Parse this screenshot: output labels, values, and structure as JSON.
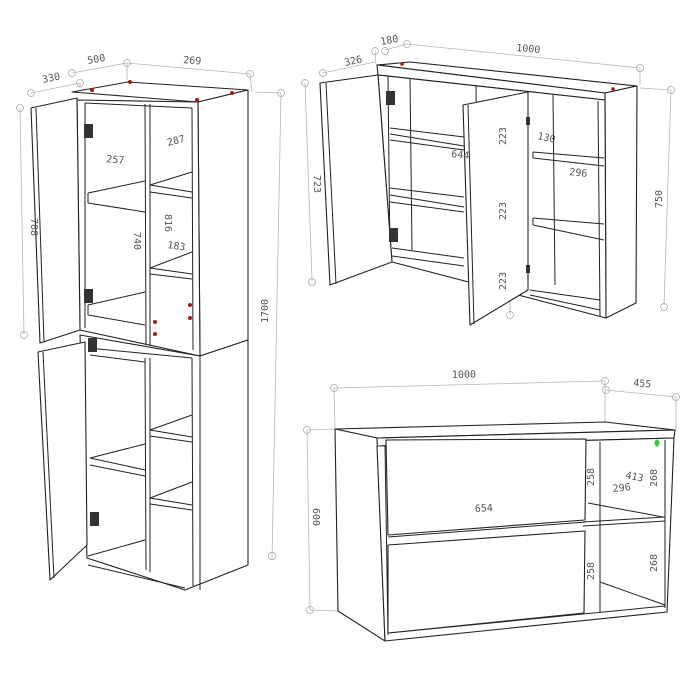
{
  "colors": {
    "outline": "#222222",
    "dimension": "#b5b5b5",
    "dowel": "#a01818",
    "marker": "#2ecc40"
  },
  "tall_cabinet": {
    "width_top": "500",
    "depth_top": "330",
    "door_depth": "269",
    "inner_width_left": "257",
    "inner_depth_right": "287",
    "door_height": "788",
    "inner_height_left": "740",
    "inner_height_right": "816",
    "shelf_width": "183",
    "total_height": "1700"
  },
  "wall_cabinet": {
    "width": "1000",
    "depth": "180",
    "door_offset": "326",
    "inner_width": "644",
    "right_depth": "130",
    "right_width": "296",
    "door_height": "723",
    "shelf_gap_1": "223",
    "shelf_gap_2": "223",
    "shelf_gap_3": "223",
    "height": "750"
  },
  "base_cabinet": {
    "width": "1000",
    "depth": "455",
    "drawer_width": "654",
    "height": "600",
    "compartment_depth": "413",
    "compartment_width": "296",
    "drawer_height_top": "258",
    "drawer_height_bottom": "258",
    "shelf_height_top": "268",
    "shelf_height_bottom": "268"
  }
}
